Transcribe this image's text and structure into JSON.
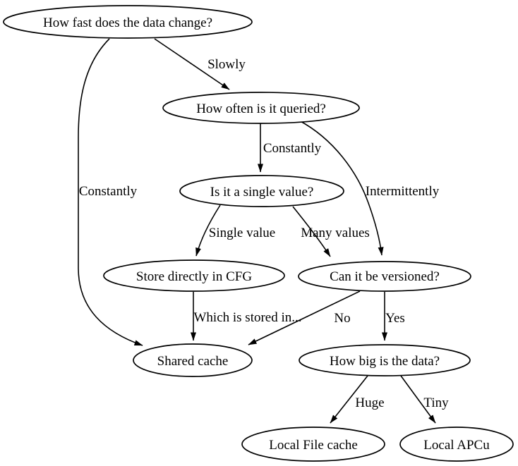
{
  "diagram": {
    "type": "flowchart",
    "colors": {
      "background": "#ffffff",
      "stroke": "#000000",
      "text": "#000000"
    },
    "nodes": [
      {
        "id": "how-fast",
        "label": "How fast does the data change?"
      },
      {
        "id": "how-often",
        "label": "How often is it queried?"
      },
      {
        "id": "single-value",
        "label": "Is it a single value?"
      },
      {
        "id": "store-cfg",
        "label": "Store directly in CFG"
      },
      {
        "id": "versioned",
        "label": "Can it be versioned?"
      },
      {
        "id": "shared-cache",
        "label": "Shared cache"
      },
      {
        "id": "how-big",
        "label": "How big is the data?"
      },
      {
        "id": "local-file",
        "label": "Local File cache"
      },
      {
        "id": "local-apcu",
        "label": "Local APCu"
      }
    ],
    "edges": [
      {
        "from": "how-fast",
        "to": "how-often",
        "label": "Slowly"
      },
      {
        "from": "how-fast",
        "to": "shared-cache",
        "label": "Constantly"
      },
      {
        "from": "how-often",
        "to": "single-value",
        "label": "Constantly"
      },
      {
        "from": "how-often",
        "to": "versioned",
        "label": "Intermittently"
      },
      {
        "from": "single-value",
        "to": "store-cfg",
        "label": "Single value"
      },
      {
        "from": "single-value",
        "to": "versioned",
        "label": "Many values"
      },
      {
        "from": "store-cfg",
        "to": "shared-cache",
        "label": "Which is stored in..."
      },
      {
        "from": "versioned",
        "to": "shared-cache",
        "label": "No"
      },
      {
        "from": "versioned",
        "to": "how-big",
        "label": "Yes"
      },
      {
        "from": "how-big",
        "to": "local-file",
        "label": "Huge"
      },
      {
        "from": "how-big",
        "to": "local-apcu",
        "label": "Tiny"
      }
    ]
  }
}
